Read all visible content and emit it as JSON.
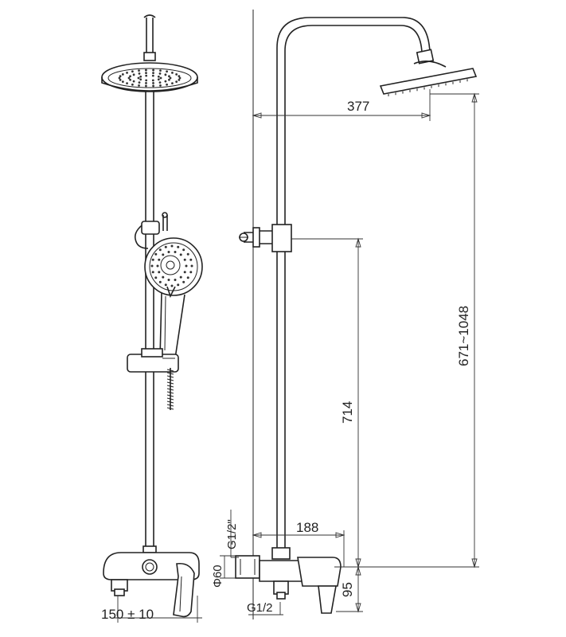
{
  "dimensions": {
    "head_offset": "377",
    "column_height": "671~1048",
    "holder_height": "714",
    "spout_offset": "188",
    "inlet_thread": "G1/2\"",
    "outlet_thread": "G1/2",
    "mount_diameter": "Φ60",
    "spout_height": "95",
    "inlet_spacing": "150 ± 10"
  }
}
